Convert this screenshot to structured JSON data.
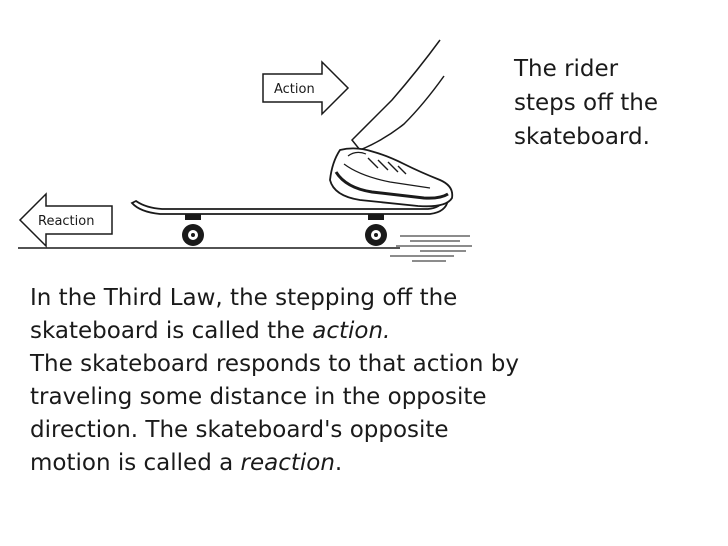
{
  "diagram": {
    "labels": {
      "action": "Action",
      "reaction": "Reaction"
    },
    "caption_lines": [
      "The rider",
      "steps off the",
      "skateboard."
    ]
  },
  "text": {
    "para1": {
      "line1": "In the Third Law, the stepping off the",
      "line2_prefix": "skateboard is called the ",
      "line2_italic": "action."
    },
    "para2": {
      "line1": "The skateboard responds to that action by",
      "line2": "traveling some distance in the opposite",
      "line3": "direction. The skateboard's opposite",
      "line4_prefix": "motion is called a ",
      "line4_italic": "reaction",
      "line4_suffix": "."
    }
  },
  "colors": {
    "ink": "#1a1a1a",
    "background": "#ffffff"
  }
}
